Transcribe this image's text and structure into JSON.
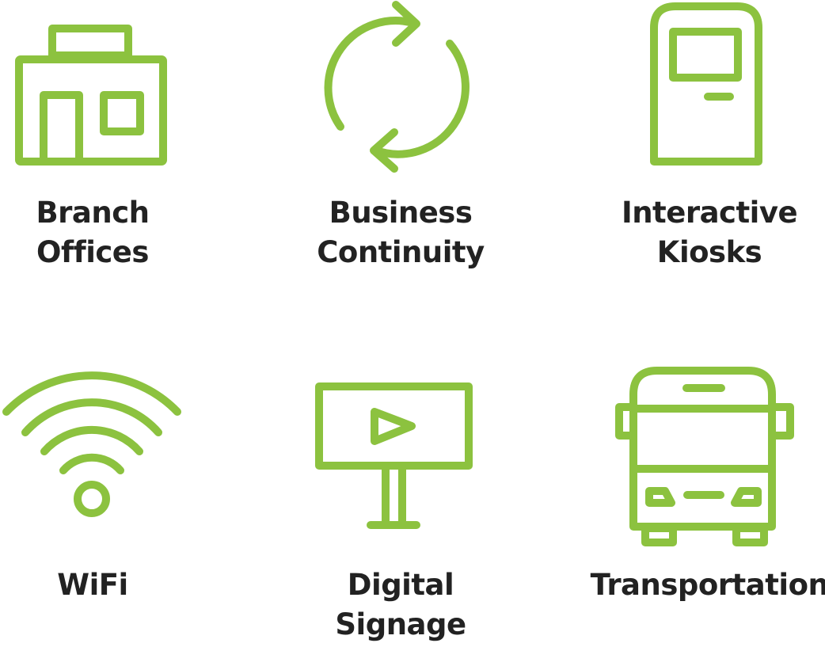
{
  "accent_color": "#8cc23f",
  "items": [
    {
      "icon": "building-icon",
      "line1": "Branch",
      "line2": "Offices"
    },
    {
      "icon": "refresh-cycle-icon",
      "line1": "Business",
      "line2": "Continuity"
    },
    {
      "icon": "kiosk-icon",
      "line1": "Interactive",
      "line2": "Kiosks"
    },
    {
      "icon": "wifi-icon",
      "line1": "WiFi",
      "line2": ""
    },
    {
      "icon": "digital-sign-icon",
      "line1": "Digital",
      "line2": "Signage"
    },
    {
      "icon": "bus-icon",
      "line1": "Transportation",
      "line2": ""
    }
  ]
}
